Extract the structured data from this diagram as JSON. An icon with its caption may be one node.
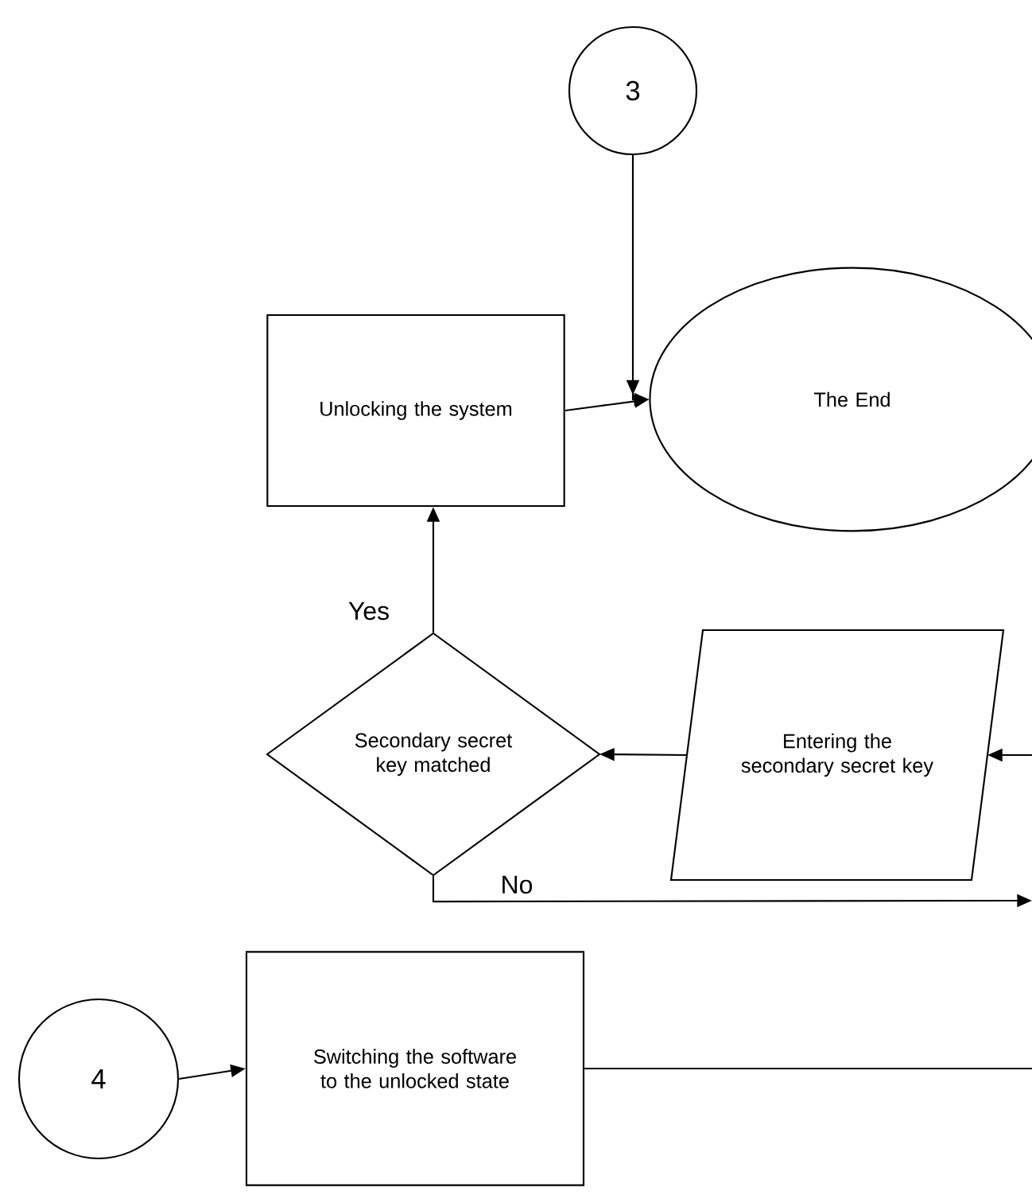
{
  "diagram": {
    "nodes": [
      {
        "text": [
          "3"
        ]
      },
      {
        "text": [
          "Unlocking the system"
        ]
      },
      {
        "text": [
          "The End"
        ]
      },
      {
        "text": [
          "Secondary secret key matched"
        ]
      },
      {
        "text": [
          "Entering the secondary secret key"
        ]
      },
      {
        "text": [
          "4"
        ]
      },
      {
        "text": [
          "Switching the software to the unlocked state"
        ]
      }
    ],
    "edges": [
      {
        "from": 0,
        "to": 2,
        "arrow": "to"
      },
      {
        "from": 1,
        "to": 2,
        "arrow": "to"
      },
      {
        "from": 3,
        "to": 1,
        "arrow": "to",
        "label": "Yes"
      },
      {
        "from": 4,
        "to": 3,
        "arrow": "to"
      },
      {
        "from": null,
        "to": 4,
        "arrow": "to"
      },
      {
        "from": 3,
        "to": null,
        "arrow": "to",
        "label": "No"
      },
      {
        "from": 5,
        "to": 6,
        "arrow": "to"
      },
      {
        "from": 6,
        "to": null,
        "arrow": "none"
      }
    ]
  }
}
